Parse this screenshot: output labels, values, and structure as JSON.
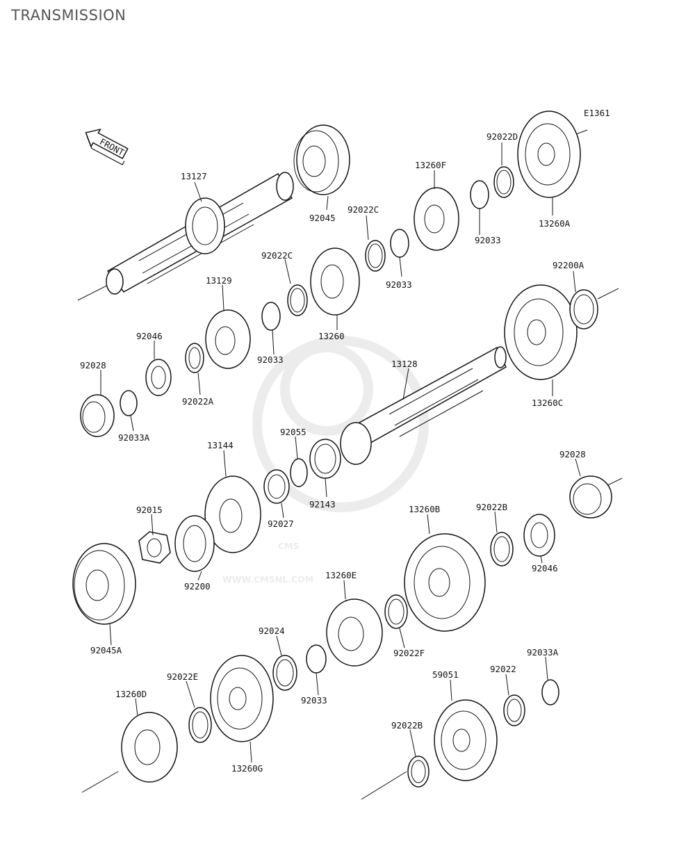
{
  "title": "TRANSMISSION",
  "diagram_code": "E1361",
  "front_label": "FRONT",
  "watermark": {
    "logo": "CMS",
    "url": "WWW.CMSNL.COM"
  },
  "labels": [
    {
      "id": "lbl-13127",
      "text": "13127"
    },
    {
      "id": "lbl-92045",
      "text": "92045"
    },
    {
      "id": "lbl-92022C-a",
      "text": "92022C"
    },
    {
      "id": "lbl-13260F",
      "text": "13260F"
    },
    {
      "id": "lbl-92022D",
      "text": "92022D"
    },
    {
      "id": "lbl-E1361",
      "text": "E1361"
    },
    {
      "id": "lbl-13260A",
      "text": "13260A"
    },
    {
      "id": "lbl-92033-a",
      "text": "92033"
    },
    {
      "id": "lbl-92033-b",
      "text": "92033"
    },
    {
      "id": "lbl-92022C-b",
      "text": "92022C"
    },
    {
      "id": "lbl-13129",
      "text": "13129"
    },
    {
      "id": "lbl-13260",
      "text": "13260"
    },
    {
      "id": "lbl-92200A",
      "text": "92200A"
    },
    {
      "id": "lbl-92046-a",
      "text": "92046"
    },
    {
      "id": "lbl-92033-c",
      "text": "92033"
    },
    {
      "id": "lbl-92028-a",
      "text": "92028"
    },
    {
      "id": "lbl-92022A",
      "text": "92022A"
    },
    {
      "id": "lbl-13128",
      "text": "13128"
    },
    {
      "id": "lbl-13260C",
      "text": "13260C"
    },
    {
      "id": "lbl-92033A-a",
      "text": "92033A"
    },
    {
      "id": "lbl-92055",
      "text": "92055"
    },
    {
      "id": "lbl-13144",
      "text": "13144"
    },
    {
      "id": "lbl-92028-b",
      "text": "92028"
    },
    {
      "id": "lbl-92143",
      "text": "92143"
    },
    {
      "id": "lbl-92015",
      "text": "92015"
    },
    {
      "id": "lbl-92027",
      "text": "92027"
    },
    {
      "id": "lbl-13260B",
      "text": "13260B"
    },
    {
      "id": "lbl-92022B-a",
      "text": "92022B"
    },
    {
      "id": "lbl-92046-b",
      "text": "92046"
    },
    {
      "id": "lbl-92200",
      "text": "92200"
    },
    {
      "id": "lbl-13260E",
      "text": "13260E"
    },
    {
      "id": "lbl-92045A",
      "text": "92045A"
    },
    {
      "id": "lbl-92024",
      "text": "92024"
    },
    {
      "id": "lbl-92022F",
      "text": "92022F"
    },
    {
      "id": "lbl-92033A-b",
      "text": "92033A"
    },
    {
      "id": "lbl-92022E",
      "text": "92022E"
    },
    {
      "id": "lbl-92033-d",
      "text": "92033"
    },
    {
      "id": "lbl-59051",
      "text": "59051"
    },
    {
      "id": "lbl-92022",
      "text": "92022"
    },
    {
      "id": "lbl-13260D",
      "text": "13260D"
    },
    {
      "id": "lbl-92022B-b",
      "text": "92022B"
    },
    {
      "id": "lbl-13260G",
      "text": "13260G"
    }
  ]
}
